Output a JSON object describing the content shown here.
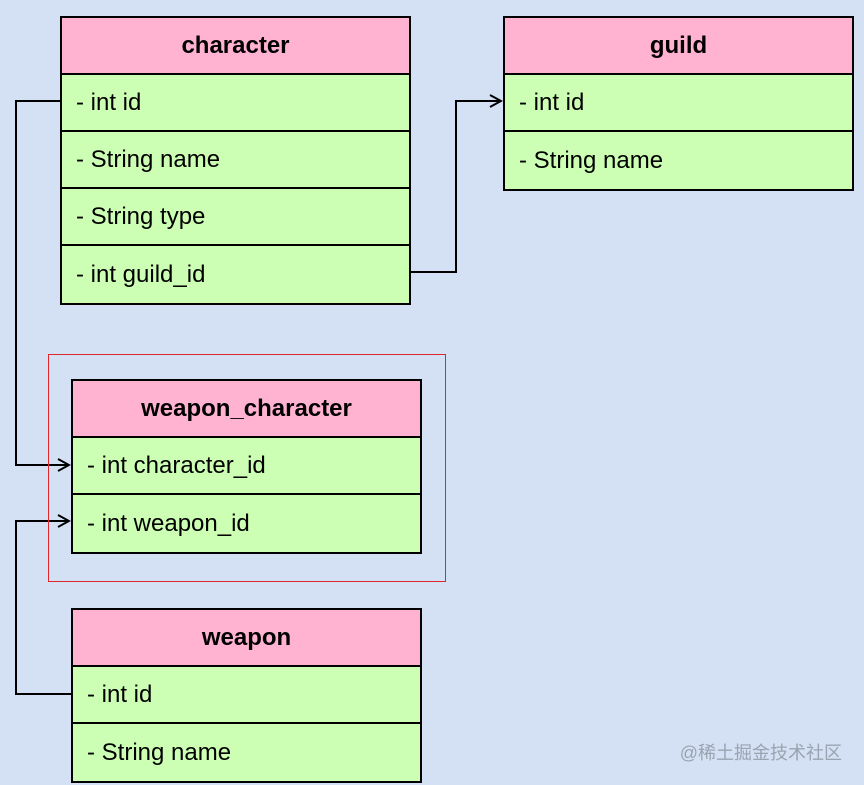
{
  "tables": {
    "character": {
      "title": "character",
      "fields": [
        "- int id",
        "- String name",
        "- String type",
        "- int guild_id"
      ]
    },
    "guild": {
      "title": "guild",
      "fields": [
        "- int id",
        "- String name"
      ]
    },
    "weapon_character": {
      "title": "weapon_character",
      "fields": [
        "- int character_id",
        "- int weapon_id"
      ]
    },
    "weapon": {
      "title": "weapon",
      "fields": [
        "- int id",
        "- String name"
      ]
    }
  },
  "colors": {
    "background": "#d4e1f5",
    "header": "#ffb3d1",
    "row": "#ccffb3",
    "highlight": "#e0262b"
  },
  "watermark": "@稀土掘金技术社区"
}
